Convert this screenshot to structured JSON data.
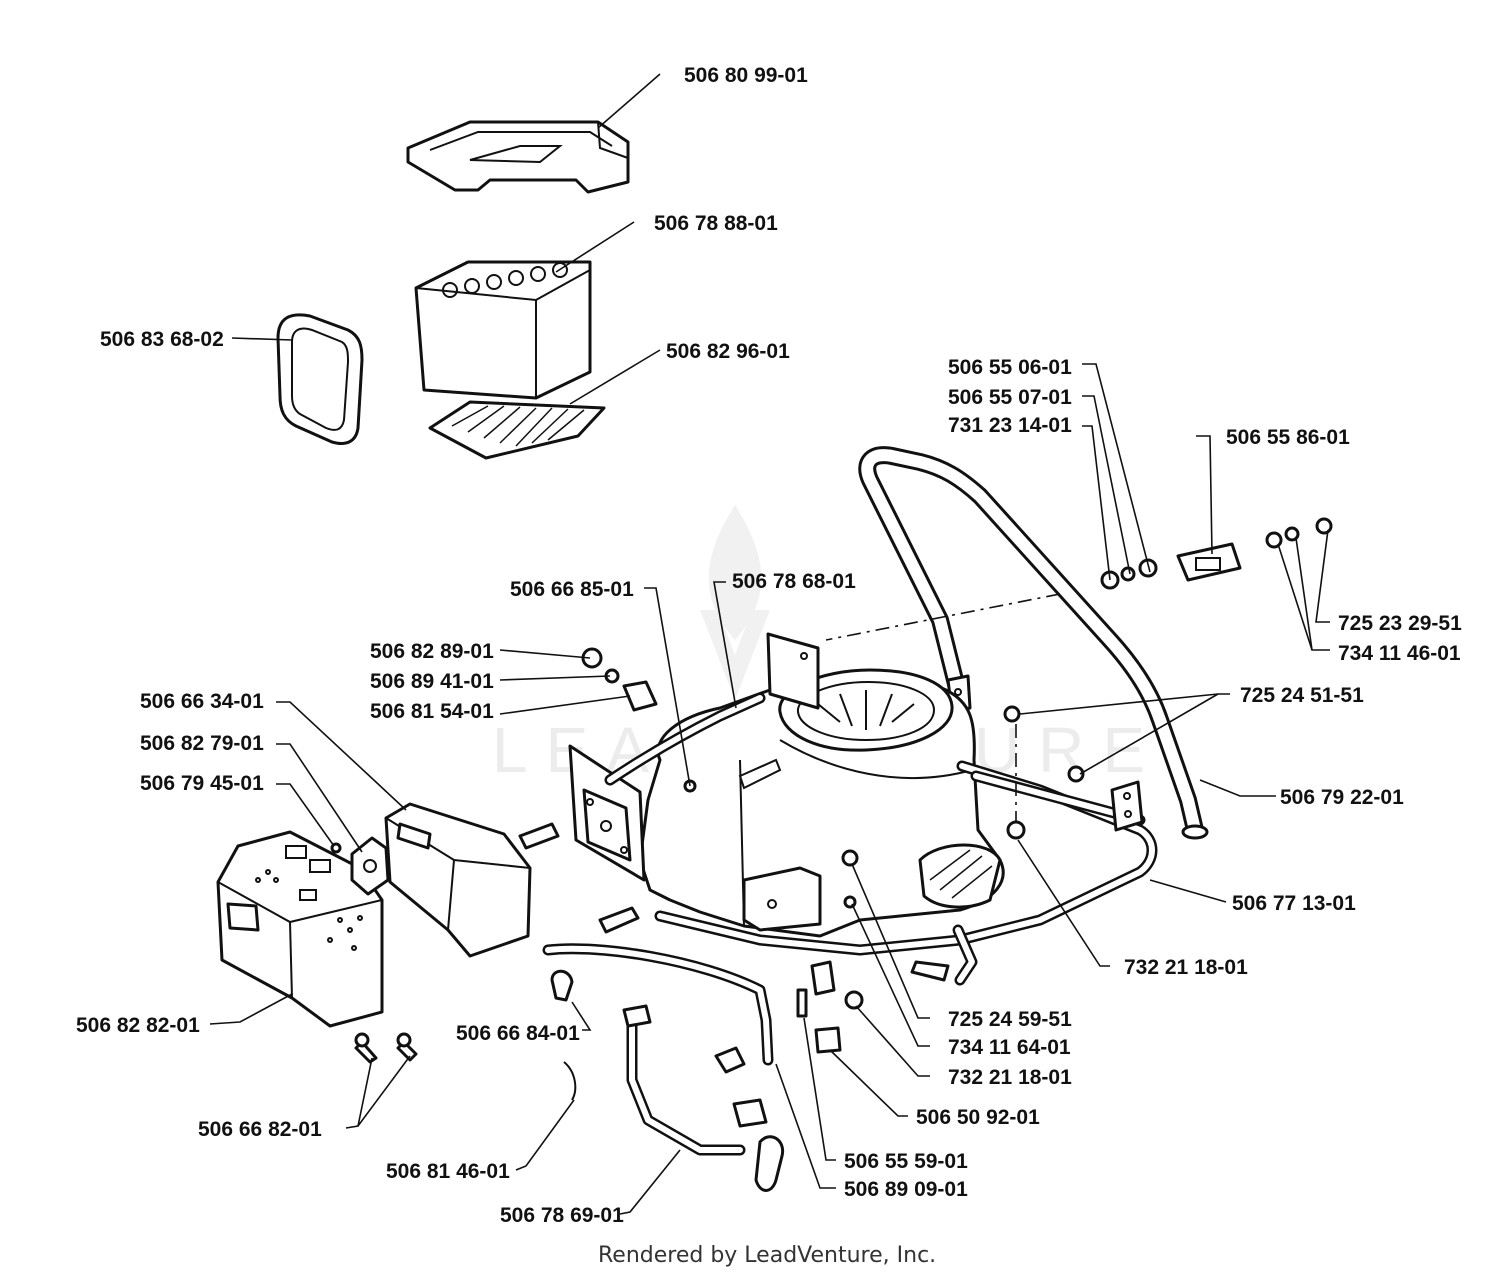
{
  "parts": {
    "p_506_80_99_01": "506 80 99-01",
    "p_506_78_88_01": "506 78 88-01",
    "p_506_83_68_02": "506 83 68-02",
    "p_506_82_96_01": "506 82 96-01",
    "p_506_55_06_01": "506 55 06-01",
    "p_506_55_07_01": "506 55 07-01",
    "p_731_23_14_01": "731 23 14-01",
    "p_506_55_86_01": "506 55 86-01",
    "p_725_23_29_51": "725 23 29-51",
    "p_734_11_46_01": "734 11 46-01",
    "p_506_66_85_01": "506 66 85-01",
    "p_506_78_68_01": "506 78 68-01",
    "p_506_82_89_01": "506 82 89-01",
    "p_506_89_41_01": "506 89 41-01",
    "p_506_81_54_01": "506 81 54-01",
    "p_725_24_51_51": "725 24 51-51",
    "p_506_66_34_01": "506 66 34-01",
    "p_506_82_79_01": "506 82 79-01",
    "p_506_79_45_01": "506 79 45-01",
    "p_506_79_22_01": "506 79 22-01",
    "p_506_77_13_01": "506 77 13-01",
    "p_732_21_18_01_a": "732 21 18-01",
    "p_725_24_59_51": "725 24 59-51",
    "p_734_11_64_01": "734 11 64-01",
    "p_732_21_18_01_b": "732 21 18-01",
    "p_506_50_92_01": "506 50 92-01",
    "p_506_82_82_01": "506 82 82-01",
    "p_506_66_84_01": "506 66 84-01",
    "p_506_66_82_01": "506 66 82-01",
    "p_506_55_59_01": "506 55 59-01",
    "p_506_89_09_01": "506 89 09-01",
    "p_506_81_46_01": "506 81 46-01",
    "p_506_78_69_01": "506 78 69-01"
  },
  "watermark": "LEADVENTURE",
  "footer": "Rendered by LeadVenture, Inc."
}
